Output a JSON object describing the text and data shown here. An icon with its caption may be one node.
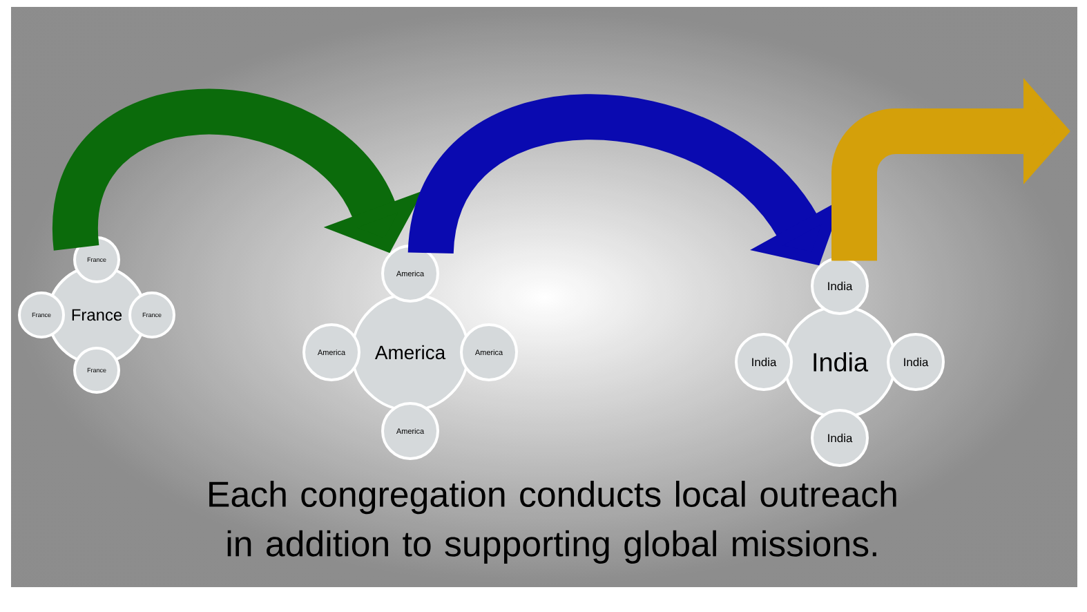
{
  "diagram": {
    "caption": "Each congregation conducts local outreach in addition to supporting global missions.",
    "nodes": [
      {
        "text": [
          "France"
        ]
      },
      {
        "text": [
          "France"
        ]
      },
      {
        "text": [
          "France"
        ]
      },
      {
        "text": [
          "France"
        ]
      },
      {
        "text": [
          "France"
        ]
      },
      {
        "text": [
          "America"
        ]
      },
      {
        "text": [
          "America"
        ]
      },
      {
        "text": [
          "America"
        ]
      },
      {
        "text": [
          "America"
        ]
      },
      {
        "text": [
          "America"
        ]
      },
      {
        "text": [
          "India"
        ]
      },
      {
        "text": [
          "India"
        ]
      },
      {
        "text": [
          "India"
        ]
      },
      {
        "text": [
          "India"
        ]
      },
      {
        "text": [
          "India"
        ]
      }
    ],
    "edges": [
      {
        "from": 1,
        "to": 6,
        "arrow": "to",
        "color": "#0b6b0b"
      },
      {
        "from": 6,
        "to": 11,
        "arrow": "to",
        "color": "#0a0ab0"
      },
      {
        "from": 11,
        "to": null,
        "arrow": "to",
        "color": "#d4a00a"
      }
    ]
  }
}
